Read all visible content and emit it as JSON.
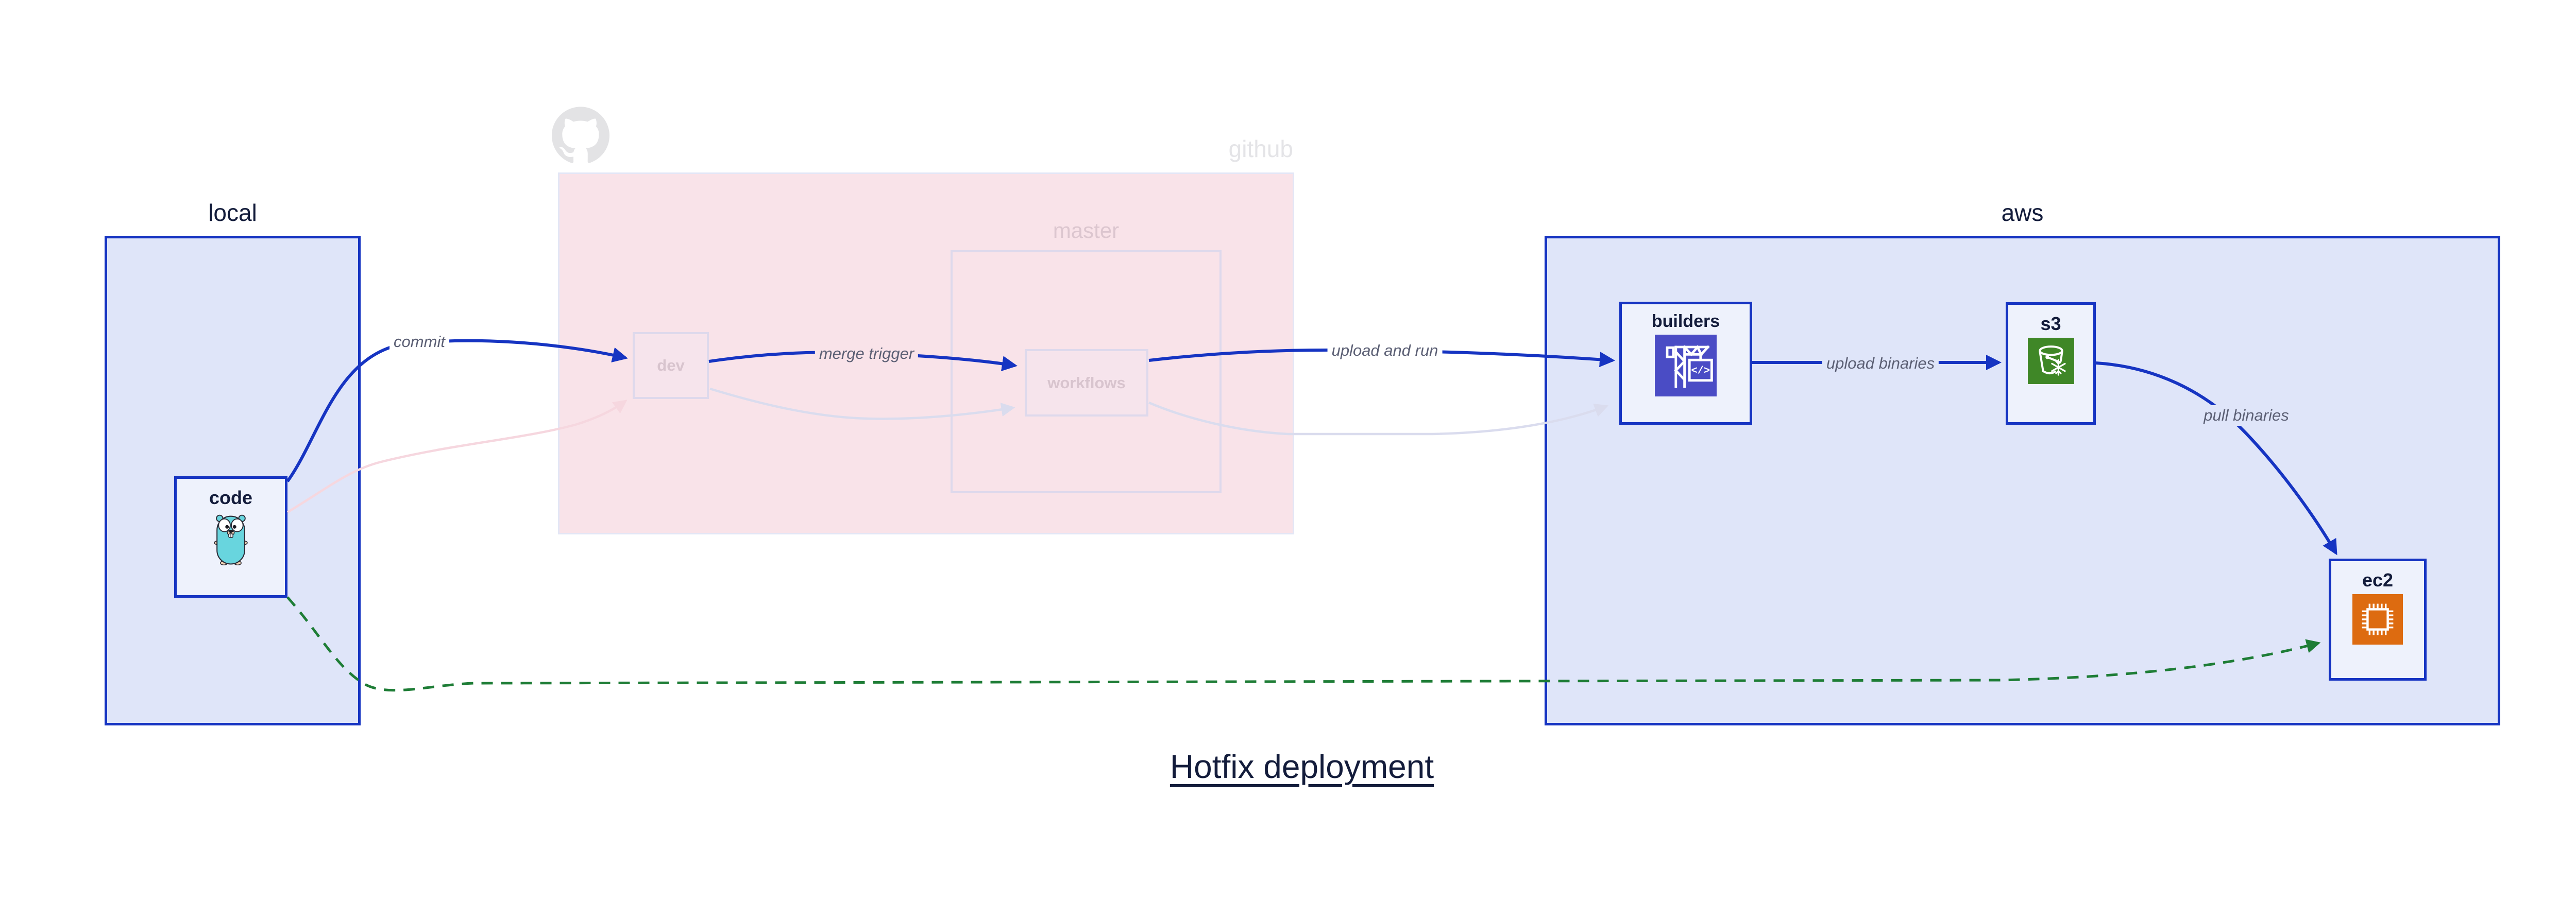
{
  "title": "Hotfix deployment",
  "containers": {
    "local": {
      "label": "local"
    },
    "github": {
      "label": "github"
    },
    "master": {
      "label": "master"
    },
    "aws": {
      "label": "aws"
    }
  },
  "nodes": {
    "code": {
      "label": "code",
      "icon": "go-gopher-icon"
    },
    "dev": {
      "label": "dev"
    },
    "workflows": {
      "label": "workflows"
    },
    "builders": {
      "label": "builders",
      "icon": "aws-codebuild-icon"
    },
    "s3": {
      "label": "s3",
      "icon": "aws-s3-glacier-icon"
    },
    "ec2": {
      "label": "ec2",
      "icon": "aws-ec2-chip-icon"
    }
  },
  "edges": {
    "commit": {
      "label": "commit",
      "style": "solid-blue"
    },
    "merge_trigger": {
      "label": "merge trigger",
      "style": "solid-blue"
    },
    "upload_and_run": {
      "label": "upload and run",
      "style": "solid-blue"
    },
    "upload_binaries": {
      "label": "upload binaries",
      "style": "solid-blue"
    },
    "pull_binaries": {
      "label": "pull binaries",
      "style": "solid-blue"
    },
    "hotfix_path": {
      "label": "",
      "style": "dashed-green"
    },
    "faded_commit": {
      "label": "",
      "style": "faded-pink"
    },
    "faded_merge_trigger": {
      "label": "",
      "style": "faded-lavender"
    },
    "faded_upload_run": {
      "label": "",
      "style": "faded-lavender"
    }
  },
  "colors": {
    "accent_blue": "#1634c2",
    "container_fill": "#dfe5f9",
    "node_fill": "#eef2fc",
    "github_fill": "#f9e3e9",
    "faded_border": "#ded9ec",
    "faded_node_text": "#d8c4ce",
    "edge_label_gray": "#5b5f74",
    "github_label_gray": "#e4e4e7",
    "master_label_pink": "#dcc6cf",
    "hotfix_green": "#1e7d36",
    "codebuild_indigo": "#4a4cc5",
    "s3_green": "#3f8727",
    "ec2_orange": "#dd6b10",
    "gopher_teal": "#68d5de",
    "text_navy": "#131c3b"
  }
}
